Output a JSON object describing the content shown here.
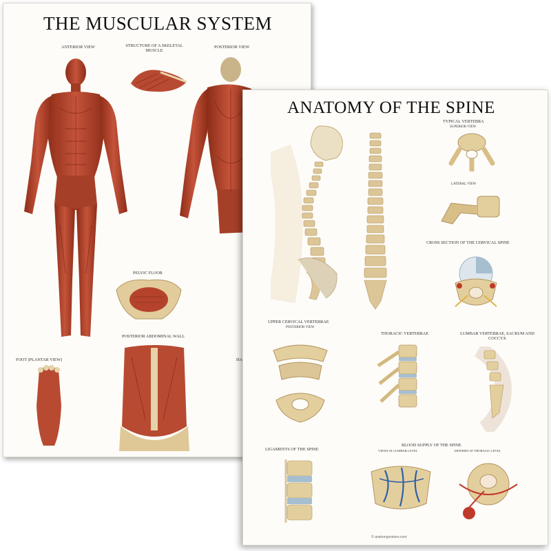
{
  "muscular_poster": {
    "title": "THE MUSCULAR SYSTEM",
    "sections": {
      "anterior_view": "ANTERIOR VIEW",
      "structure": "STRUCTURE OF A SKELETAL MUSCLE",
      "posterior_view": "POSTERIOR VIEW",
      "pelvic_floor": "PELVIC FLOOR",
      "posterior_abdominal_wall": "POSTERIOR ABDOMINAL WALL",
      "foot": "FOOT (PLANTAR VIEW)",
      "hand": "HAND"
    }
  },
  "spine_poster": {
    "title": "ANATOMY OF THE SPINE",
    "sections": {
      "typical_vertebra": "TYPICAL VERTEBRA",
      "superior_view": "SUPERIOR VIEW",
      "lateral_view": "LATERAL VIEW",
      "cross_section": "CROSS SECTION OF THE CERVICAL SPINE",
      "upper_cervical": "UPPER CERVICAL VERTEBRAE",
      "posterior_view": "POSTERIOR VIEW",
      "thoracic": "THORACIC VERTEBRAE",
      "lumbar": "LUMBAR VERTEBRAE, SACRUM AND COCCYX",
      "ligaments": "LIGAMENTS OF THE SPINE",
      "blood_supply": "BLOOD SUPPLY OF THE SPINE",
      "views_lumbar": "VIEWS AT LUMBAR LEVEL",
      "arteries_thoracic": "ARTERIES AT THORACIC LEVEL"
    },
    "footer": "© anatomyposters.com"
  },
  "colors": {
    "muscle": "#b5432c",
    "muscle_dark": "#7e2413",
    "bone": "#e8d7ae",
    "bone_shade": "#c9b07d",
    "disc": "#a6bfd0",
    "artery": "#c0392b",
    "vein": "#2f5fa8"
  }
}
